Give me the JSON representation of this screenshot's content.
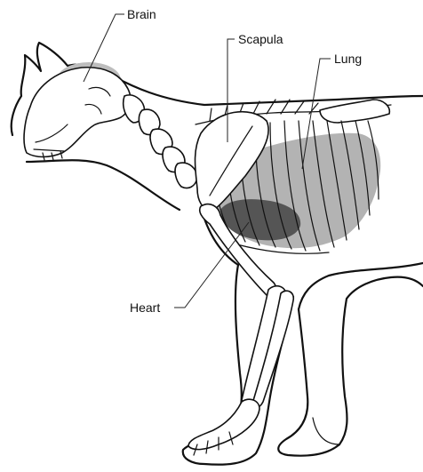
{
  "labels": {
    "brain": "Brain",
    "scapula": "Scapula",
    "lung": "Lung",
    "heart": "Heart"
  },
  "colors": {
    "brain_fill": "#bdbdbd",
    "lung_fill": "#b3b3b3",
    "heart_fill": "#555555",
    "outline": "#111111"
  }
}
